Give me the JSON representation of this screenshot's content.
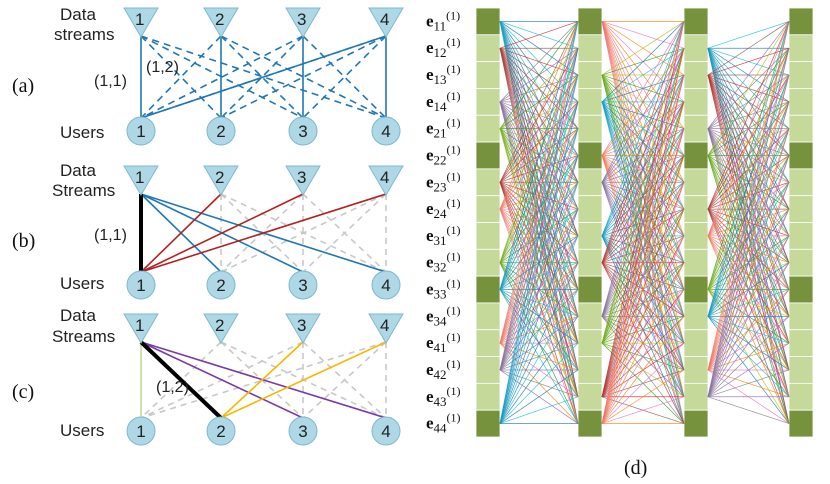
{
  "panels": [
    {
      "letter": "(a)",
      "stream_label_1": "Data",
      "stream_label_2": "streams",
      "users_label": "Users",
      "annotations": [
        "(1,1)",
        "(1,2)"
      ],
      "stream_ids": [
        "1",
        "2",
        "3",
        "4"
      ],
      "user_ids": [
        "1",
        "2",
        "3",
        "4"
      ]
    },
    {
      "letter": "(b)",
      "stream_label_1": "Data",
      "stream_label_2": "Streams",
      "users_label": "Users",
      "annotations": [
        "(1,1)"
      ],
      "stream_ids": [
        "1",
        "2",
        "3",
        "4"
      ],
      "user_ids": [
        "1",
        "2",
        "3",
        "4"
      ]
    },
    {
      "letter": "(c)",
      "stream_label_1": "Data",
      "stream_label_2": "Streams",
      "users_label": "Users",
      "annotations": [
        "(1,2)"
      ],
      "stream_ids": [
        "1",
        "2",
        "3",
        "4"
      ],
      "user_ids": [
        "1",
        "2",
        "3",
        "4"
      ]
    }
  ],
  "graph_d": {
    "letter": "(d)",
    "node_labels": [
      {
        "base": "e",
        "sub": "11",
        "sup": "(1)"
      },
      {
        "base": "e",
        "sub": "12",
        "sup": "(1)"
      },
      {
        "base": "e",
        "sub": "13",
        "sup": "(1)"
      },
      {
        "base": "e",
        "sub": "14",
        "sup": "(1)"
      },
      {
        "base": "e",
        "sub": "21",
        "sup": "(1)"
      },
      {
        "base": "e",
        "sub": "22",
        "sup": "(1)"
      },
      {
        "base": "e",
        "sub": "23",
        "sup": "(1)"
      },
      {
        "base": "e",
        "sub": "24",
        "sup": "(1)"
      },
      {
        "base": "e",
        "sub": "31",
        "sup": "(1)"
      },
      {
        "base": "e",
        "sub": "32",
        "sup": "(1)"
      },
      {
        "base": "e",
        "sub": "33",
        "sup": "(1)"
      },
      {
        "base": "e",
        "sub": "34",
        "sup": "(1)"
      },
      {
        "base": "e",
        "sub": "41",
        "sup": "(1)"
      },
      {
        "base": "e",
        "sub": "42",
        "sup": "(1)"
      },
      {
        "base": "e",
        "sub": "43",
        "sup": "(1)"
      },
      {
        "base": "e",
        "sub": "44",
        "sup": "(1)"
      }
    ],
    "dark_rows": [
      0,
      5,
      10,
      15
    ],
    "layer_count": 4
  },
  "colors": {
    "node_fill": "#aed8e6",
    "node_stroke": "#7fb8cc",
    "blue": "#1f77b4",
    "red": "#b22222",
    "purple": "#7b3aa3",
    "yellow": "#f5b800",
    "gray_dash": "#c8c8c8",
    "black": "#000000",
    "olive_light": "#c4d99a",
    "olive_dark": "#76923c",
    "line_palette": [
      "#1f77b4",
      "#ff7f0e",
      "#2ca02c",
      "#d62728",
      "#9467bd",
      "#17becf",
      "#e377c2",
      "#bcbd22",
      "#8c564b",
      "#7f7f7f"
    ]
  }
}
